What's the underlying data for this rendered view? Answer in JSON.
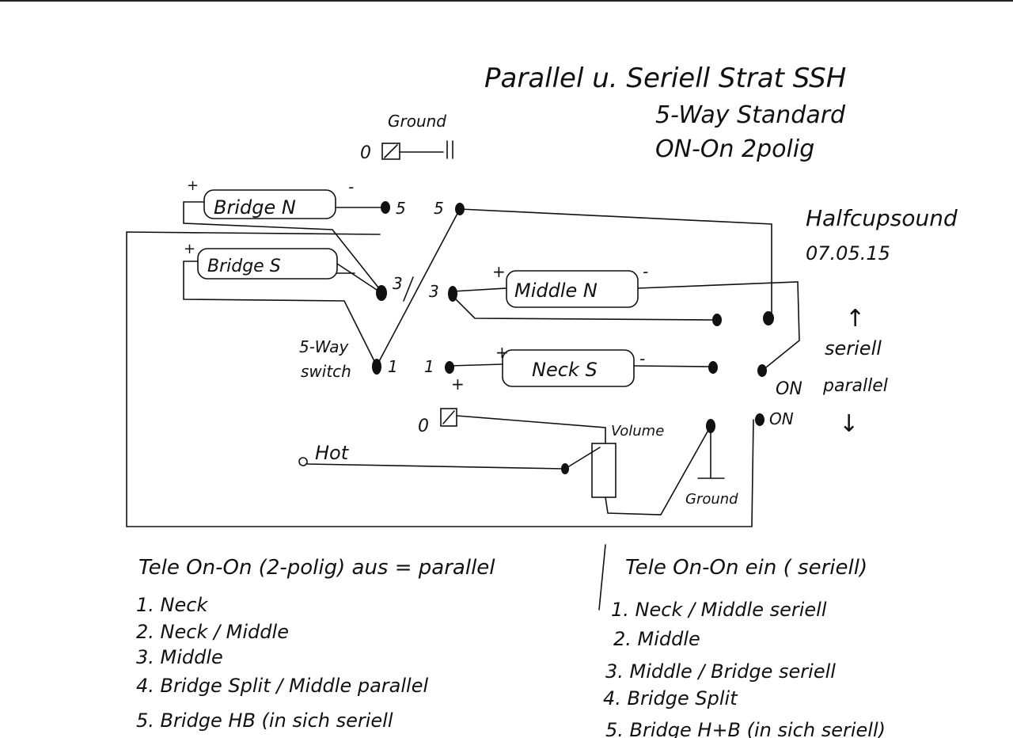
{
  "header": {
    "title": "Parallel u. Seriell Strat SSH",
    "subtitle1": "5-Way Standard",
    "subtitle2": "ON-On 2polig",
    "author": "Halfcupsound",
    "date": "07.05.15"
  },
  "diagram": {
    "ground_top_label": "Ground",
    "ground_top_zero": "0",
    "pickups": {
      "bridge_n": "Bridge N",
      "bridge_s": "Bridge S",
      "middle_n": "Middle N",
      "neck_s": "Neck S"
    },
    "plus": "+",
    "minus": "-",
    "switch_label_1": "5-Way",
    "switch_label_2": "switch",
    "lug_5a": "5",
    "lug_5b": "5",
    "lug_3a": "3",
    "lug_3b": "3",
    "lug_1a": "1",
    "lug_1b": "1",
    "zero_mid": "0",
    "volume_label": "Volume",
    "hot_label": "Hot",
    "ground_bottom_label": "Ground",
    "on_label_1": "ON",
    "on_label_2": "ON",
    "seriell_label": "seriell",
    "parallel_label": "parallel",
    "arrow_up": "↑",
    "arrow_down": "↓"
  },
  "legend_left": {
    "heading": "Tele On-On (2-polig) aus = parallel",
    "items": [
      "1. Neck",
      "2. Neck / Middle",
      "3. Middle",
      "4. Bridge Split / Middle parallel",
      "5. Bridge HB (in sich seriell"
    ]
  },
  "legend_right": {
    "heading": "Tele On-On ein ( seriell)",
    "items": [
      "1. Neck / Middle seriell",
      "2. Middle",
      "3. Middle / Bridge seriell",
      "4. Bridge Split",
      "5. Bridge H+B (in sich seriell)"
    ]
  }
}
